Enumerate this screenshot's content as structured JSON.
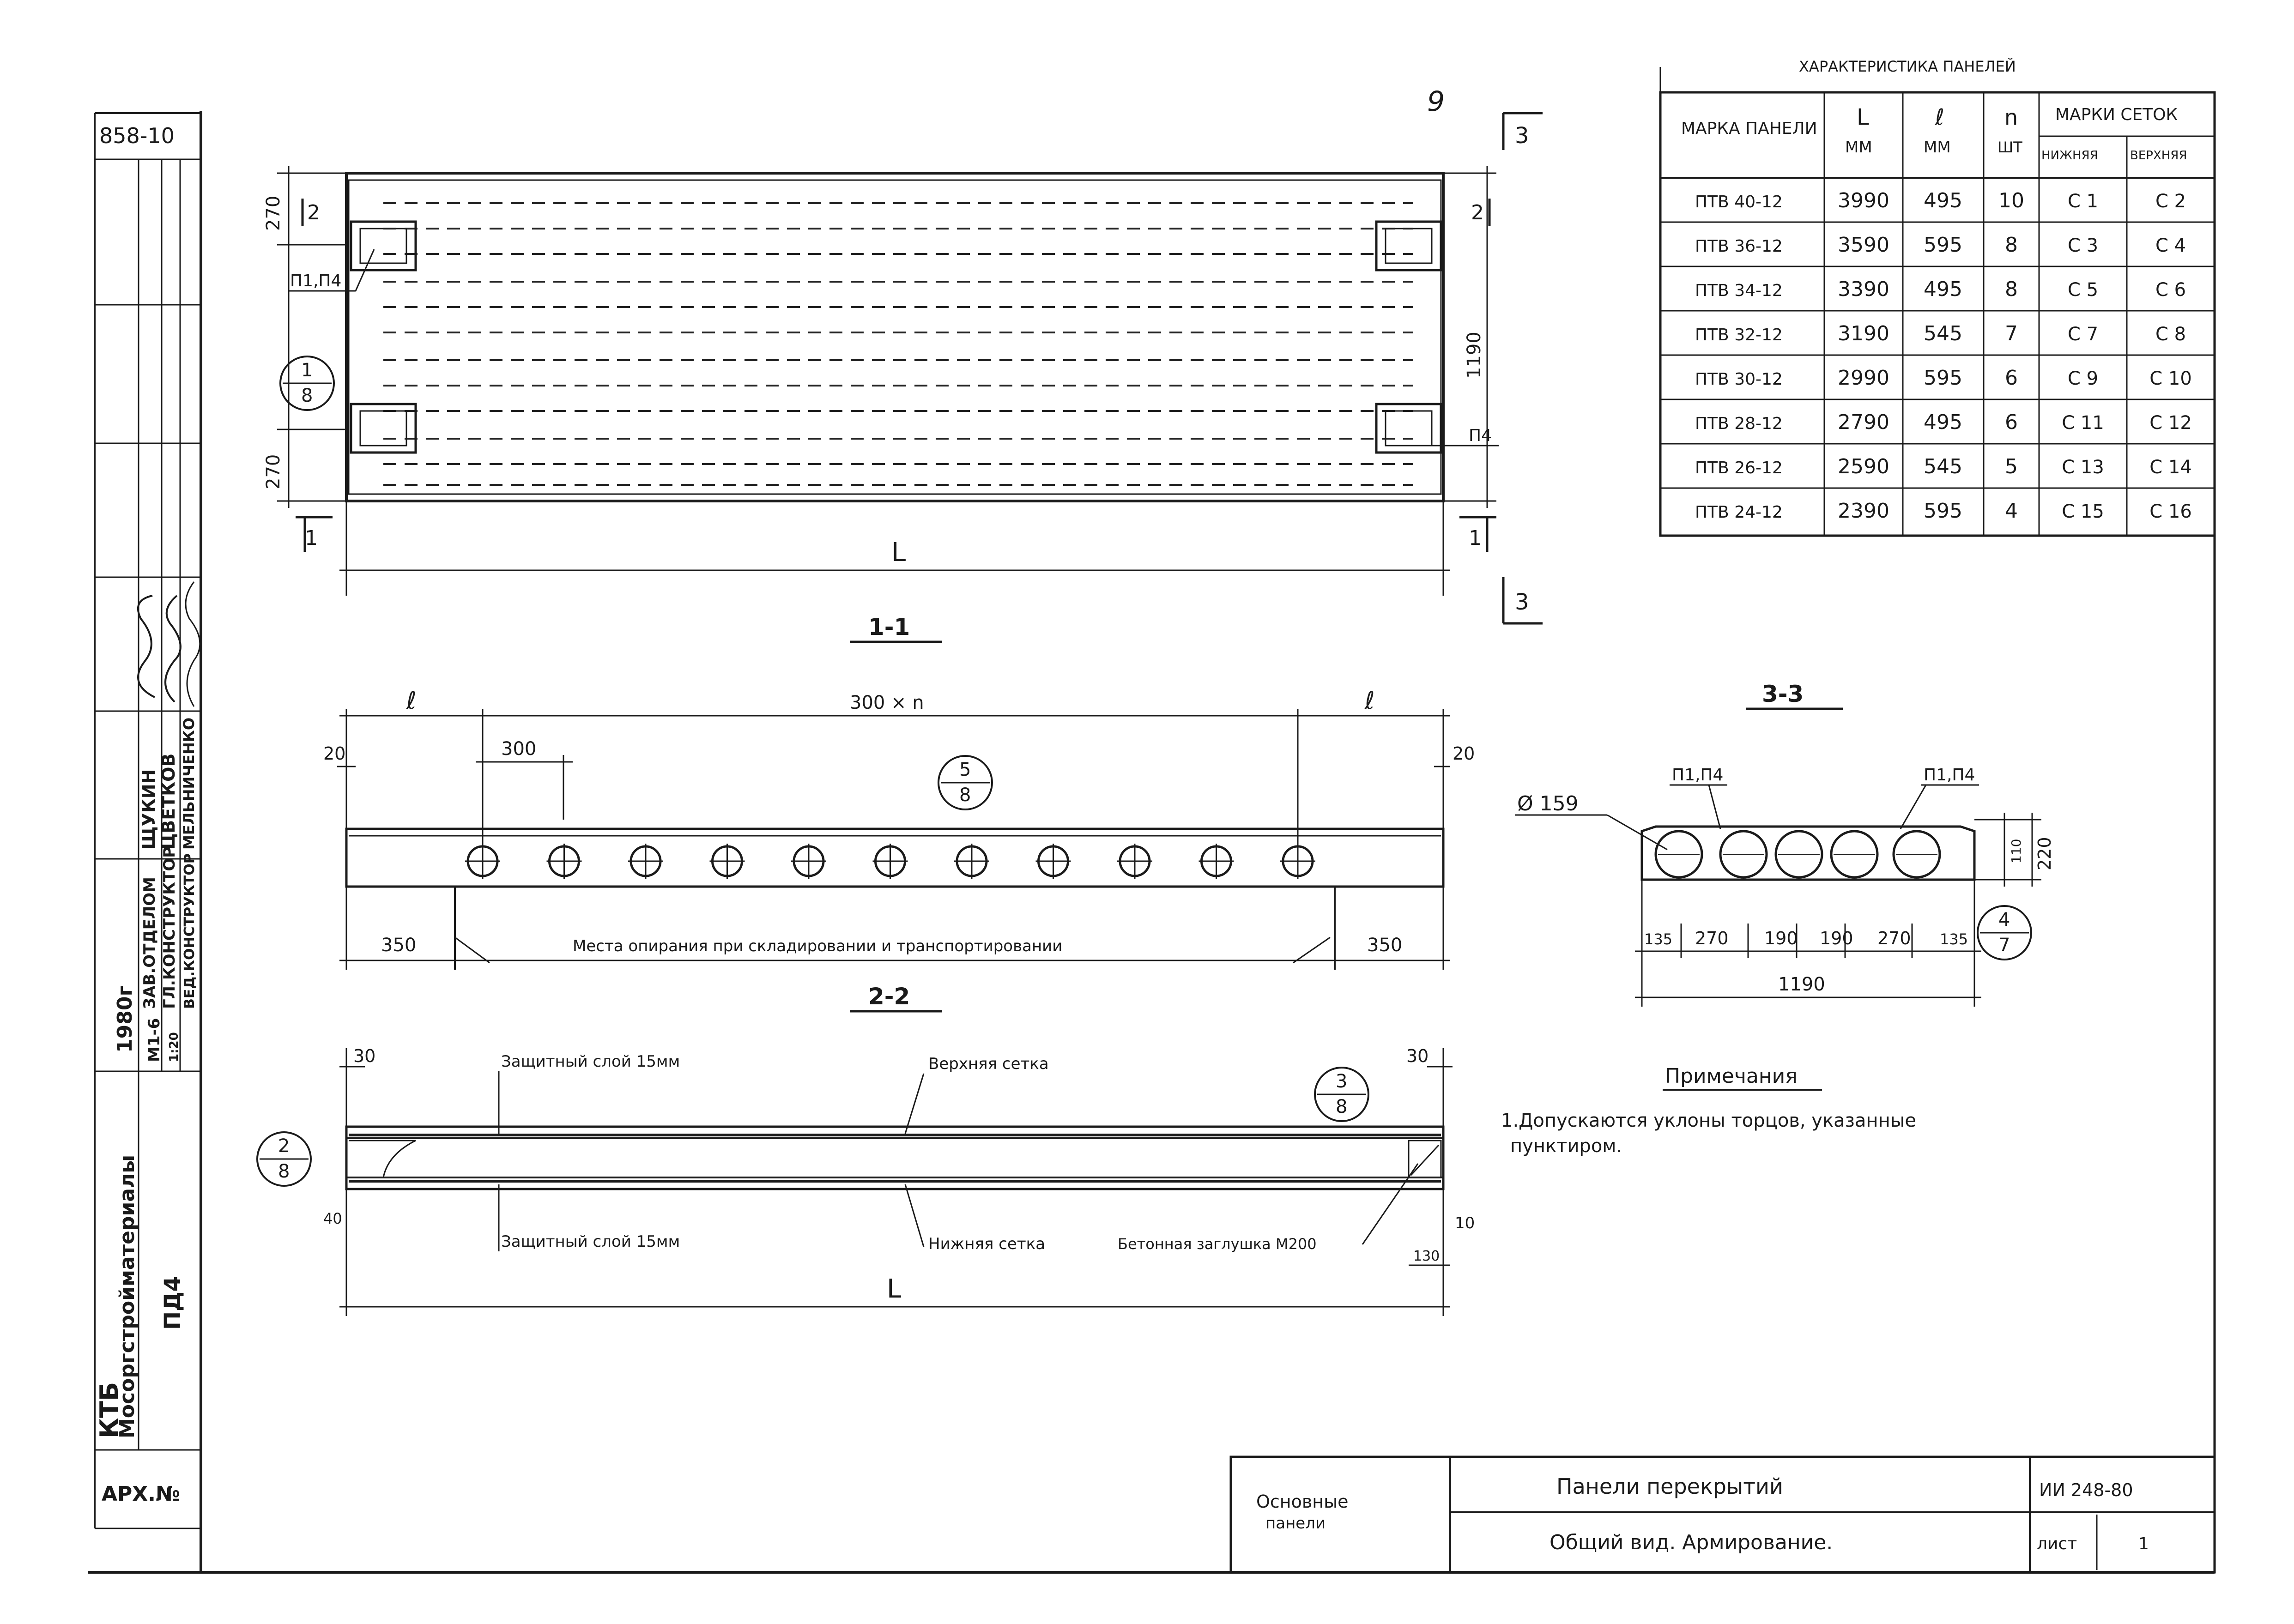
{
  "sheet_number": "9",
  "archive_code": "858-10",
  "stamp": {
    "org_line1": "КТБ",
    "org_line2": "Мосоргстройматериалы",
    "product_code": "ПД4",
    "year": "1980г",
    "sheet_index": "М1-6",
    "scale": "1:20",
    "roles": [
      "ЗАВ.ОТДЕЛОМ",
      "ГЛ.КОНСТРУКТОР",
      "ВЕД.КОНСТРУКТОР"
    ],
    "names": [
      "ЩУКИН",
      "ЦВЕТКОВ",
      "МЕЛЬНИЧЕНКО"
    ],
    "archive_label": "АРХ.№"
  },
  "table": {
    "title": "ХАРАКТЕРИСТИКА ПАНЕЛЕЙ",
    "headers": {
      "mark": "МАРКА ПАНЕЛИ",
      "L": "L",
      "L_unit": "ММ",
      "l": "ℓ",
      "l_unit": "ММ",
      "n": "n",
      "n_unit": "ШТ",
      "mesh": "МАРКИ СЕТОК",
      "lower": "НИЖНЯЯ",
      "upper": "ВЕРХНЯЯ"
    },
    "rows": [
      {
        "mark": "ПТВ 40-12",
        "L": "3990",
        "l": "495",
        "n": "10",
        "lower": "С 1",
        "upper": "С 2"
      },
      {
        "mark": "ПТВ 36-12",
        "L": "3590",
        "l": "595",
        "n": "8",
        "lower": "С 3",
        "upper": "С 4"
      },
      {
        "mark": "ПТВ 34-12",
        "L": "3390",
        "l": "495",
        "n": "8",
        "lower": "С 5",
        "upper": "С 6"
      },
      {
        "mark": "ПТВ 32-12",
        "L": "3190",
        "l": "545",
        "n": "7",
        "lower": "С 7",
        "upper": "С 8"
      },
      {
        "mark": "ПТВ 30-12",
        "L": "2990",
        "l": "595",
        "n": "6",
        "lower": "С 9",
        "upper": "С 10"
      },
      {
        "mark": "ПТВ 28-12",
        "L": "2790",
        "l": "495",
        "n": "6",
        "lower": "С 11",
        "upper": "С 12"
      },
      {
        "mark": "ПТВ 26-12",
        "L": "2590",
        "l": "545",
        "n": "5",
        "lower": "С 13",
        "upper": "С 14"
      },
      {
        "mark": "ПТВ 24-12",
        "L": "2390",
        "l": "595",
        "n": "4",
        "lower": "С 15",
        "upper": "С 16"
      }
    ]
  },
  "plan": {
    "dim_270": "270",
    "dim_1190": "1190",
    "dim_L": "L",
    "mark_2": "2",
    "mark_1": "1",
    "mark_3": "3",
    "callout_p1p4": "П1,П4",
    "callout_p4": "П4",
    "ref_top": "1",
    "ref_bottom": "8"
  },
  "section_1_1": {
    "title": "1-1",
    "dim_l": "ℓ",
    "dim_300n": "300 × n",
    "dim_300": "300",
    "dim_20": "20",
    "dim_350": "350",
    "note": "Места опирания при складировании и транспортировании",
    "ref_top": "5",
    "ref_bottom": "8"
  },
  "section_2_2": {
    "title": "2-2",
    "dim_30": "30",
    "dim_40": "40",
    "dim_10": "10",
    "dim_130": "130",
    "dim_L": "L",
    "label_cover_top": "Защитный слой 15мм",
    "label_cover_bottom": "Защитный слой 15мм",
    "label_upper_mesh": "Верхняя сетка",
    "label_lower_mesh": "Нижняя сетка",
    "label_plug": "Бетонная заглушка М200",
    "ref_left_top": "2",
    "ref_left_bottom": "8",
    "ref_right_top": "3",
    "ref_right_bottom": "8"
  },
  "section_3_3": {
    "title": "3-3",
    "dia": "Ø 159",
    "callout_left": "П1,П4",
    "callout_right": "П1,П4",
    "dims": [
      "135",
      "270",
      "190",
      "190",
      "270",
      "135"
    ],
    "dim_total": "1190",
    "dim_height": "220",
    "dim_inner": "110",
    "ref_top": "4",
    "ref_bottom": "7"
  },
  "notes": {
    "title": "Примечания",
    "text1": "1.Допускаются уклоны торцов, указанные",
    "text2": "пунктиром."
  },
  "title_block": {
    "left_line1": "Основные",
    "left_line2": "панели",
    "title1": "Панели перекрытий",
    "title2": "Общий вид. Армирование.",
    "code": "ИИ 248-80",
    "sheet_label": "лист",
    "sheet_no": "1"
  }
}
